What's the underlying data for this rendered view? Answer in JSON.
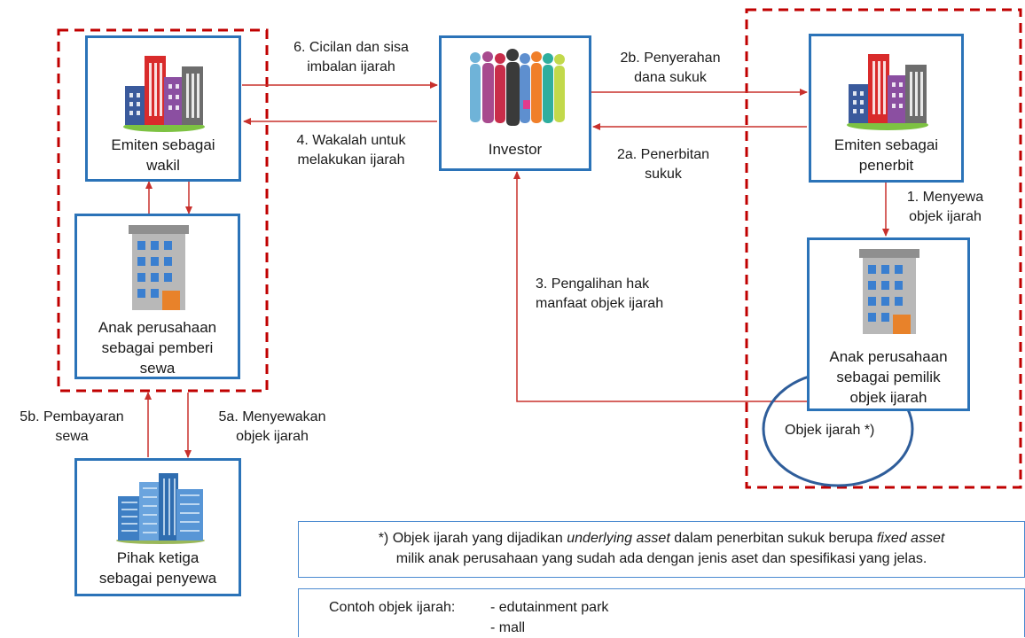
{
  "nodes": {
    "emiten_wakil": {
      "line1": "Emiten sebagai",
      "line2": "wakil"
    },
    "anak_pemberi_sewa": {
      "line1": "Anak perusahaan",
      "line2": "sebagai pemberi",
      "line3": "sewa"
    },
    "investor": {
      "label": "Investor"
    },
    "emiten_penerbit": {
      "line1": "Emiten sebagai",
      "line2": "penerbit"
    },
    "anak_pemilik": {
      "line1": "Anak perusahaan",
      "line2": "sebagai pemilik",
      "line3": "objek ijarah"
    },
    "pihak_ketiga": {
      "line1": "Pihak ketiga",
      "line2": "sebagai penyewa"
    },
    "objek_ijarah": {
      "label": "Objek ijarah *)"
    }
  },
  "flows": {
    "f6": {
      "line1": "6. Cicilan dan sisa",
      "line2": "imbalan ijarah"
    },
    "f4": {
      "line1": "4. Wakalah untuk",
      "line2": "melakukan ijarah"
    },
    "f2b": {
      "line1": "2b. Penyerahan",
      "line2": "dana sukuk"
    },
    "f2a": {
      "line1": "2a. Penerbitan",
      "line2": "sukuk"
    },
    "f1": {
      "line1": "1. Menyewa",
      "line2": "objek ijarah"
    },
    "f3": {
      "line1": "3. Pengalihan hak",
      "line2": "manfaat objek ijarah"
    },
    "f5b": {
      "line1": "5b. Pembayaran",
      "line2": "sewa"
    },
    "f5a": {
      "line1": "5a. Menyewakan",
      "line2": "objek ijarah"
    }
  },
  "notes": {
    "asset": {
      "part1": "*) Objek ijarah yang dijadikan ",
      "em1": "underlying asset",
      "part2": " dalam penerbitan sukuk berupa ",
      "em2": "fixed asset",
      "line2": "milik anak perusahaan yang sudah ada dengan jenis aset dan spesifikasi yang jelas."
    },
    "contoh": {
      "prefix": "Contoh objek ijarah:",
      "item1": "- edutainment park",
      "item2": "- mall"
    }
  },
  "colors": {
    "box_border": "#2b73b8",
    "arrow": "#c00000",
    "dashed": "#c00000",
    "oval": "#2e5d9a"
  }
}
